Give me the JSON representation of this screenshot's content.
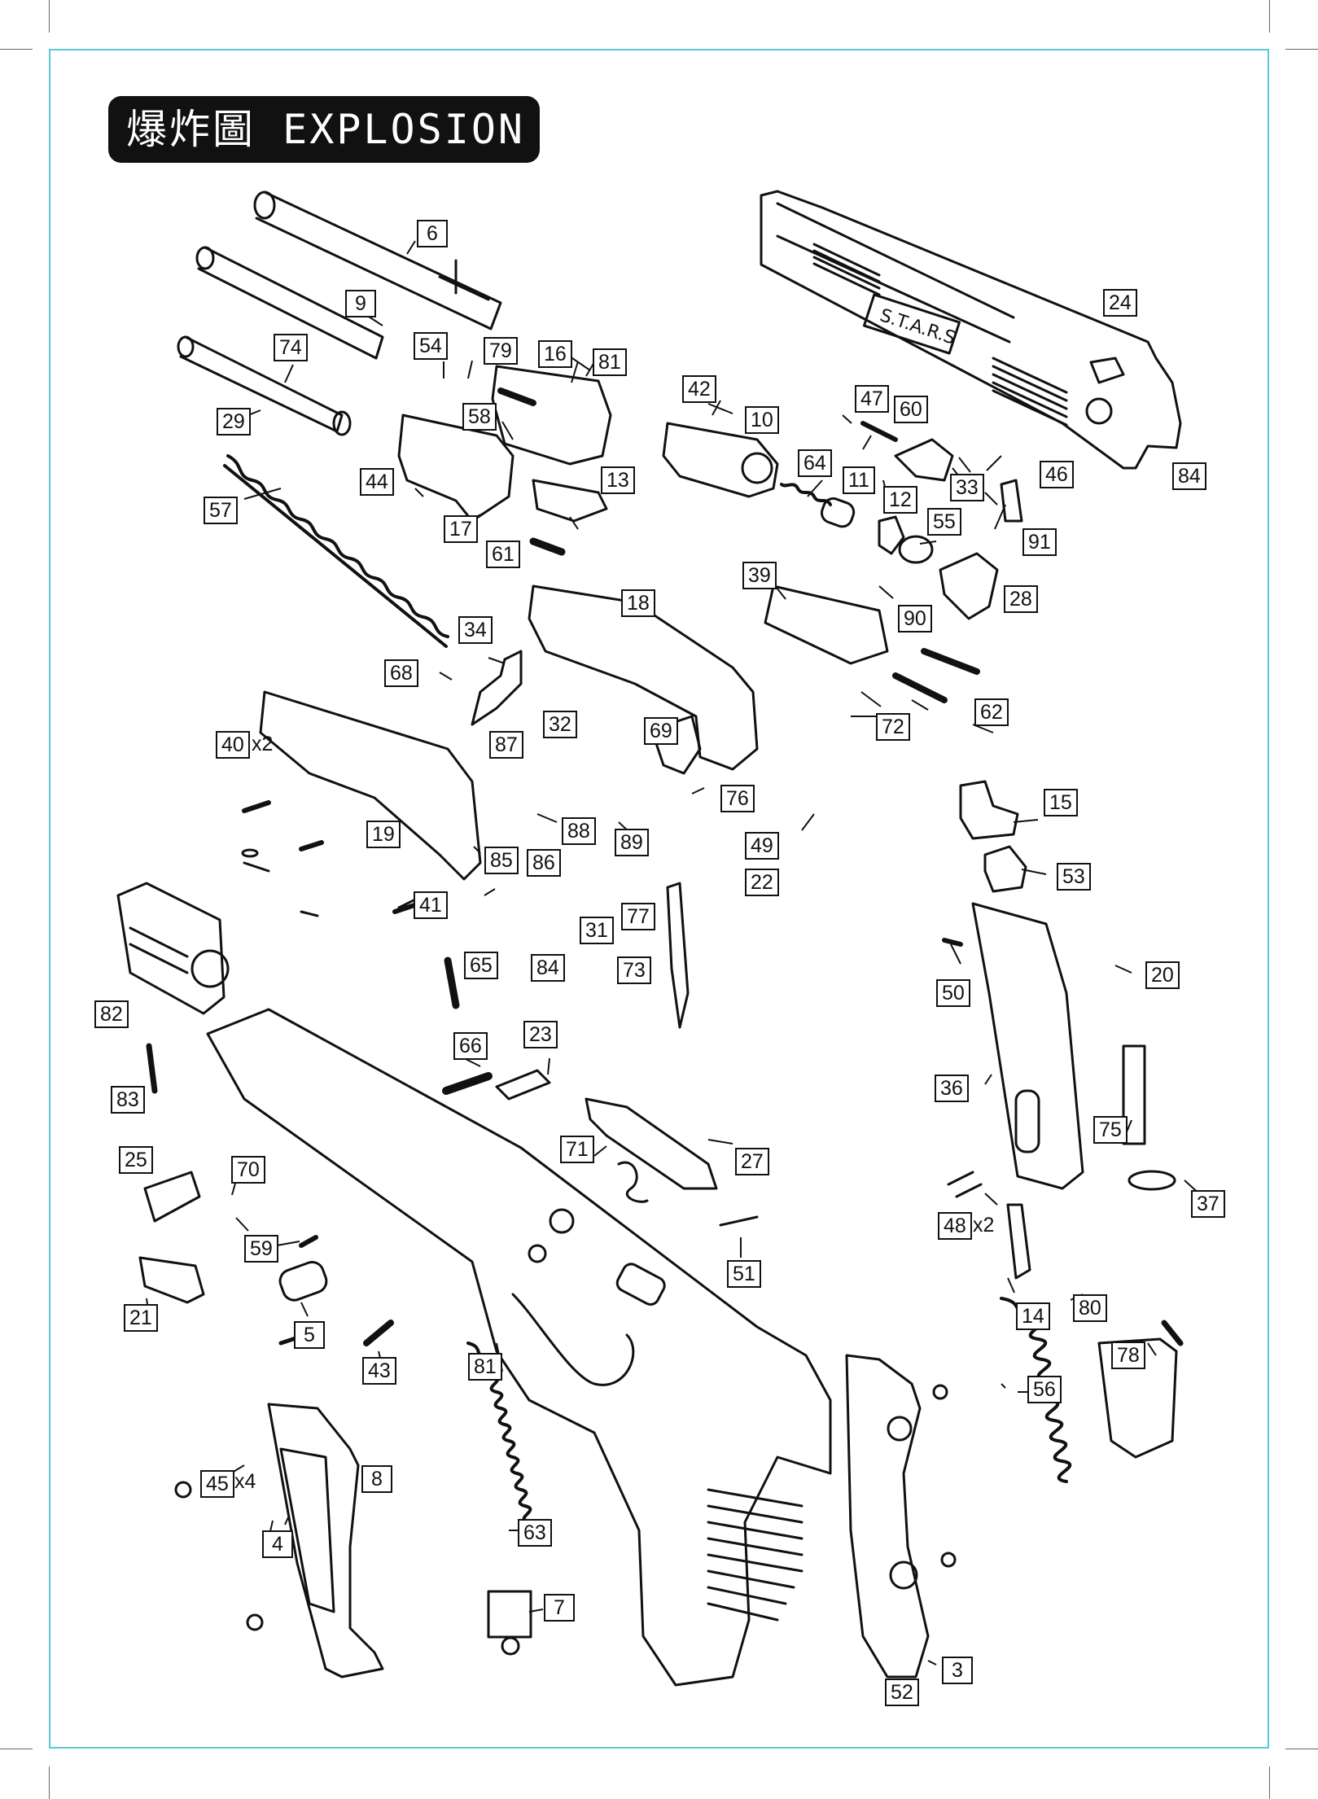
{
  "title": "爆炸圖 EXPLOSION",
  "colors": {
    "frame": "#5ec7d6",
    "ink": "#111111"
  },
  "slide_marking": "S.T.A.R.S",
  "quantities": {
    "40": "x2",
    "45": "x4",
    "48": "x2"
  },
  "parts": [
    "6",
    "9",
    "74",
    "54",
    "79",
    "16",
    "81",
    "29",
    "58",
    "42",
    "10",
    "47",
    "60",
    "24",
    "84",
    "57",
    "44",
    "17",
    "13",
    "61",
    "64",
    "11",
    "12",
    "33",
    "46",
    "55",
    "91",
    "28",
    "39",
    "90",
    "18",
    "34",
    "68",
    "32",
    "69",
    "62",
    "72",
    "40",
    "87",
    "76",
    "19",
    "88",
    "89",
    "49",
    "15",
    "22",
    "53",
    "85",
    "86",
    "41",
    "31",
    "77",
    "84",
    "65",
    "73",
    "20",
    "50",
    "82",
    "36",
    "66",
    "23",
    "83",
    "75",
    "71",
    "27",
    "25",
    "70",
    "37",
    "48",
    "51",
    "59",
    "14",
    "80",
    "21",
    "5",
    "81",
    "43",
    "56",
    "78",
    "8",
    "45",
    "63",
    "4",
    "7",
    "3",
    "52"
  ]
}
